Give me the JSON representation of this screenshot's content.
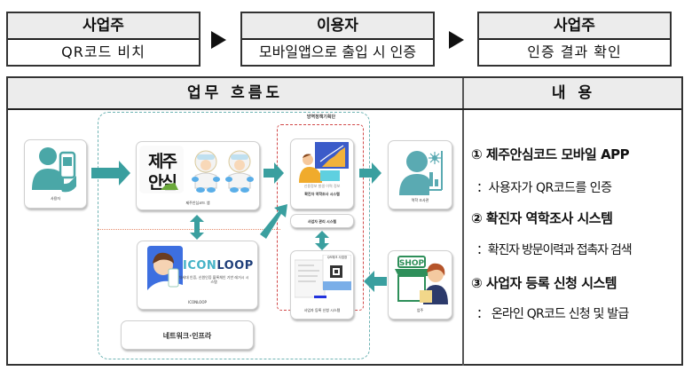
{
  "process_steps": [
    {
      "actor": "사업주",
      "action": "QR코드 비치"
    },
    {
      "actor": "이용자",
      "action": "모바일앱으로 출입 시 인증"
    },
    {
      "actor": "사업주",
      "action": "인증 결과 확인"
    }
  ],
  "step_arrow_icon": "play-triangle-icon",
  "table": {
    "headers": {
      "flow": "업무 흐름도",
      "content": "내 용"
    }
  },
  "diagram": {
    "group_label": "방역정책기획단",
    "nodes": {
      "user": {
        "caption": "사용자",
        "icon": "user-with-phone-icon"
      },
      "jeju_app": {
        "logo_line1": "제주",
        "logo_line2": "안심",
        "caption": "제주안심코드 앱",
        "icon": "mascot-characters-icon"
      },
      "iconloop": {
        "brand_a": "ICON",
        "brand_b": "LOOP",
        "description": "차세대 인증, 신원인증 블록체인 기반 레거시 시스템",
        "caption": "ICONLOOP",
        "icon": "person-with-phone-icon"
      },
      "tracing_system": {
        "sub_caption": "신용정보 발생 이력 정보",
        "caption": "확진자 역학조사 시스템",
        "icon": "analyst-chart-icon"
      },
      "business_mgmt": {
        "caption": "사업자 관리 시스템"
      },
      "registration": {
        "qr_title": "QR체크 사업장",
        "caption": "사업자 등록 신청 시스템",
        "icon": "qr-form-icon"
      },
      "investigator": {
        "caption": "역학 조사관",
        "icon": "investigator-icon"
      },
      "business_owner": {
        "shop_sign": "SHOP",
        "caption": "업주",
        "icon": "shop-owner-icon"
      },
      "network": {
        "label": "네트워크·인프라"
      }
    },
    "colors": {
      "teal": "#3a9f9f",
      "outer_dash": "#6fb4b4",
      "red_dash": "#d14848",
      "orange_dot": "#e58a6a"
    }
  },
  "content_items": [
    {
      "text": "① 제주안심코드 모바일 APP",
      "style": "heading"
    },
    {
      "text": "：사용자가 QR코드를 인증",
      "style": "sub"
    },
    {
      "text": "②  확진자 역학조사 시스템",
      "style": "heading"
    },
    {
      "text": "：확진자 방문이력과 접촉자 검색",
      "style": "sub"
    },
    {
      "text": "③  사업자 등록 신청 시스템",
      "style": "heading"
    },
    {
      "text": "：  온라인 QR코드 신청 및 발급",
      "style": "sub"
    }
  ]
}
